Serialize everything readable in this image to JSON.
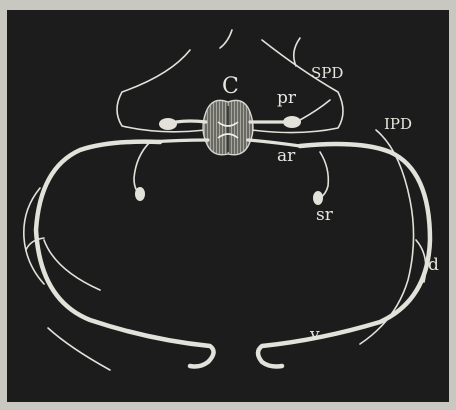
{
  "figure": {
    "colors": {
      "background": "#1c1c1c",
      "frame": "#c8c8c0",
      "line": "#e2e2da",
      "cord_hatch": "#cfcfc7"
    },
    "labels": {
      "cord": "C",
      "spd": "SPD",
      "posterior_root": "pr",
      "ipd": "IPD",
      "anterior_root": "ar",
      "sympathetic_root": "sr",
      "dorsal": "d",
      "ventral": "v"
    }
  }
}
